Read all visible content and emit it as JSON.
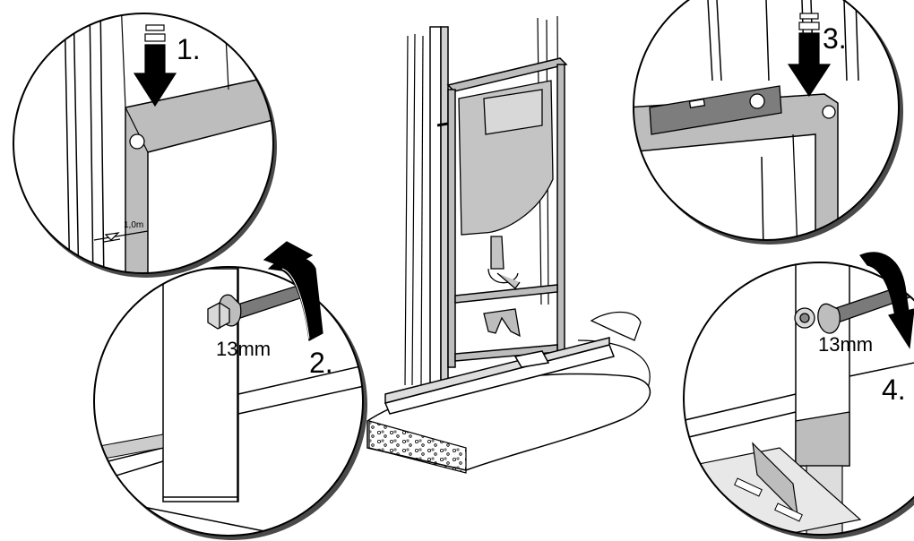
{
  "steps": [
    {
      "number": "1."
    },
    {
      "number": "2.",
      "tool_size": "13mm"
    },
    {
      "number": "3."
    },
    {
      "number": "4.",
      "tool_size": "13mm"
    }
  ],
  "height_mark": "1,0m",
  "colors": {
    "frame_fill": "#bdbdbd",
    "tank_fill": "#c4c4c4",
    "line": "#000000",
    "shadow": "#4a4a4a"
  }
}
